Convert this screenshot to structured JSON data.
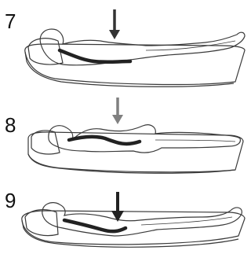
{
  "panels": [
    {
      "number": "7",
      "view": "supine",
      "arrow_color": "#333333",
      "spine_color": "#222222"
    },
    {
      "number": "8",
      "view": "side-lying",
      "arrow_color": "#808080",
      "spine_color": "#222222"
    },
    {
      "number": "9",
      "view": "prone",
      "arrow_color": "#222222",
      "spine_color": "#222222"
    }
  ],
  "colors": {
    "outline": "#3a3a3a",
    "background": "#ffffff"
  }
}
